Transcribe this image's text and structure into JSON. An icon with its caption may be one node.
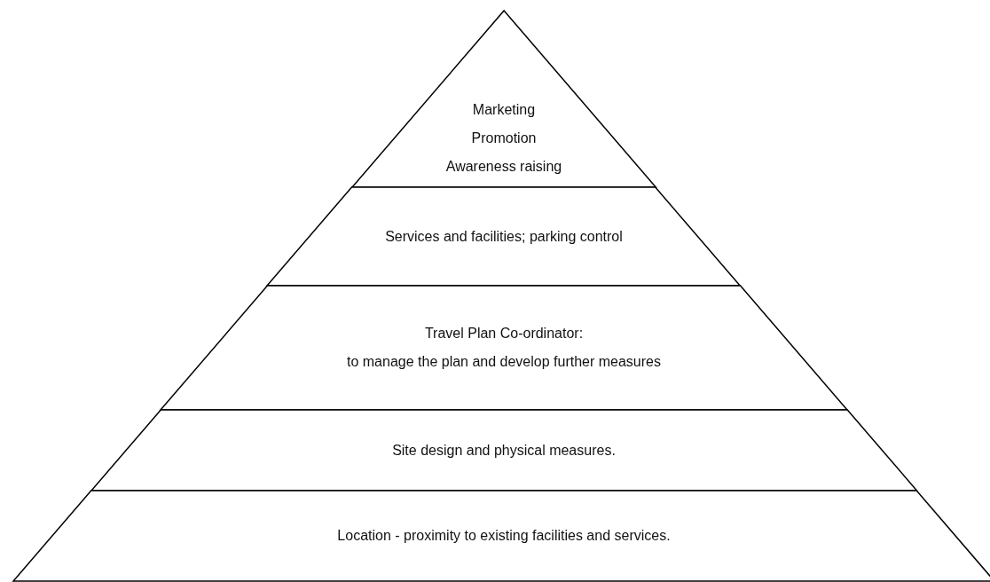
{
  "diagram": {
    "nodes": [
      {
        "text": [
          "Marketing",
          "Promotion",
          "Awareness raising"
        ]
      },
      {
        "text": [
          "Services and facilities; parking control"
        ]
      },
      {
        "text": [
          "Travel Plan Co-ordinator:",
          "to manage the plan and develop further measures"
        ]
      },
      {
        "text": [
          "Site design and physical measures."
        ]
      },
      {
        "text": [
          "Location - proximity to existing facilities and services."
        ]
      }
    ]
  }
}
